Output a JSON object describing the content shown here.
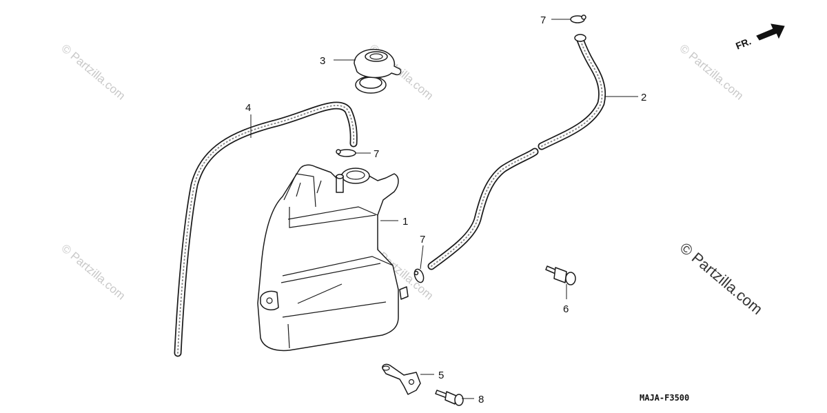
{
  "callouts": {
    "c1": "1",
    "c2": "2",
    "c3": "3",
    "c4": "4",
    "c5": "5",
    "c6": "6",
    "c7a": "7",
    "c7b": "7",
    "c7c": "7",
    "c8": "8"
  },
  "direction_label": "FR.",
  "diagram_code": "MAJA-F3500",
  "watermark": {
    "text": "© Partzilla.com",
    "large_text": "© Partzilla.com"
  }
}
